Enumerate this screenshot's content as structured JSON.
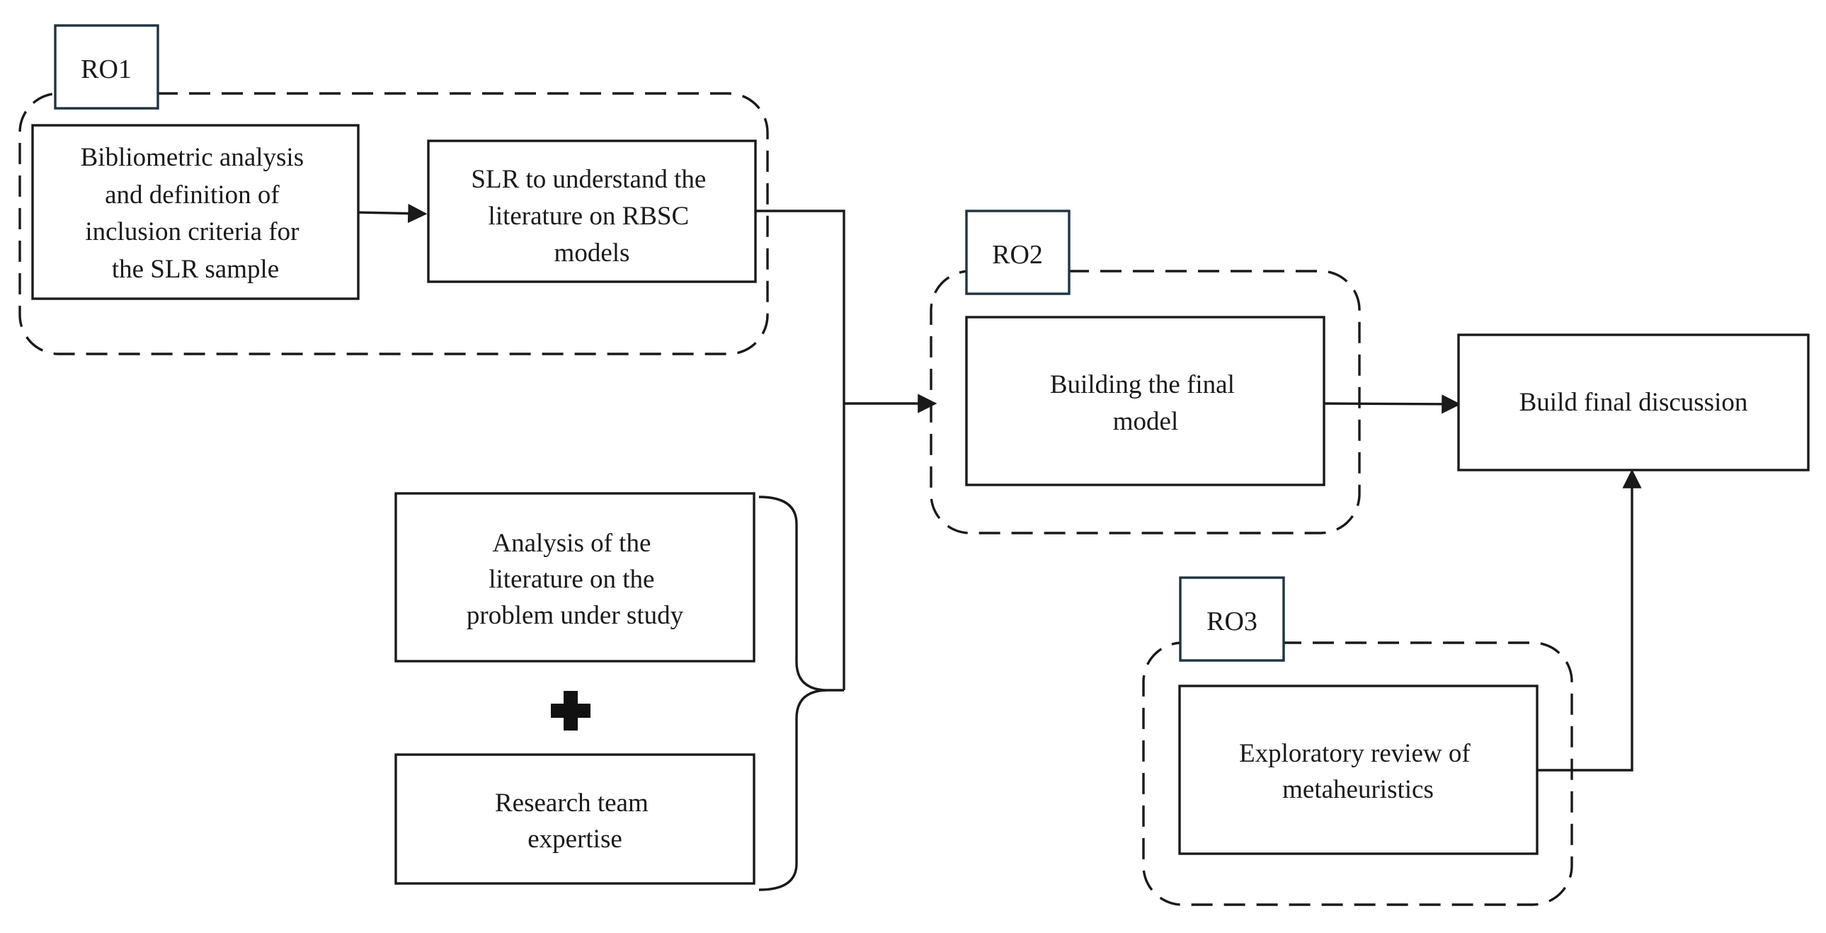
{
  "groups": {
    "ro1": {
      "tag": "RO1"
    },
    "ro2": {
      "tag": "RO2"
    },
    "ro3": {
      "tag": "RO3"
    }
  },
  "nodes": {
    "bibliometric": {
      "lines": [
        "Bibliometric analysis",
        "and definition of",
        "inclusion criteria for",
        "the SLR sample"
      ]
    },
    "slr": {
      "lines": [
        "SLR to understand the",
        "literature on RBSC",
        "models"
      ]
    },
    "analysis": {
      "lines": [
        "Analysis of the",
        "literature on the",
        "problem under study"
      ]
    },
    "expertise": {
      "lines": [
        "Research team",
        "expertise"
      ]
    },
    "final_model": {
      "lines": [
        "Building the final",
        "model"
      ]
    },
    "discussion": {
      "lines": [
        "Build final discussion"
      ]
    },
    "metaheuristics": {
      "lines": [
        "Exploratory review of",
        "metaheuristics"
      ]
    }
  },
  "icons": {
    "combine": "plus-icon"
  },
  "colors": {
    "stroke": "#1a1a1a",
    "tag_border": "#1f3440",
    "background": "#ffffff"
  }
}
